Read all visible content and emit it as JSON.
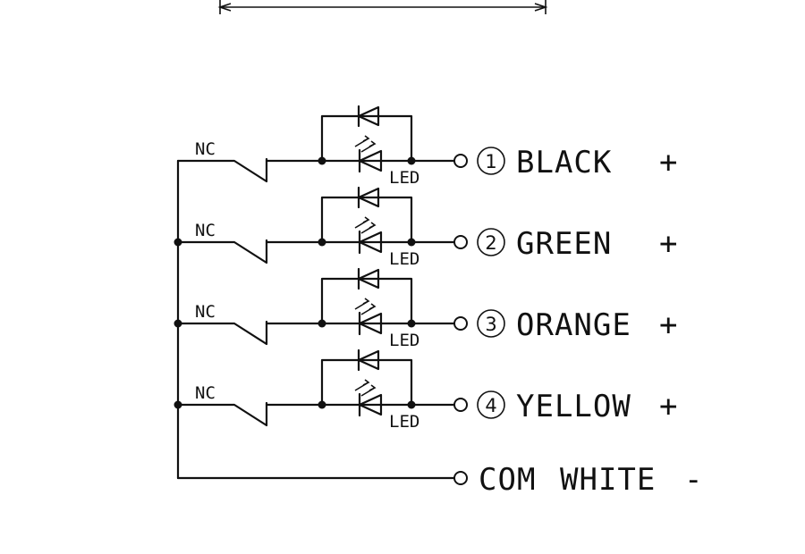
{
  "switch_label": "NC",
  "led_label": "LED",
  "channels": [
    {
      "number": "1",
      "color": "BLACK",
      "polarity": "+"
    },
    {
      "number": "2",
      "color": "GREEN",
      "polarity": "+"
    },
    {
      "number": "3",
      "color": "ORANGE",
      "polarity": "+"
    },
    {
      "number": "4",
      "color": "YELLOW",
      "polarity": "+"
    }
  ],
  "common": {
    "label": "COM",
    "color": "WHITE",
    "polarity": "-"
  }
}
